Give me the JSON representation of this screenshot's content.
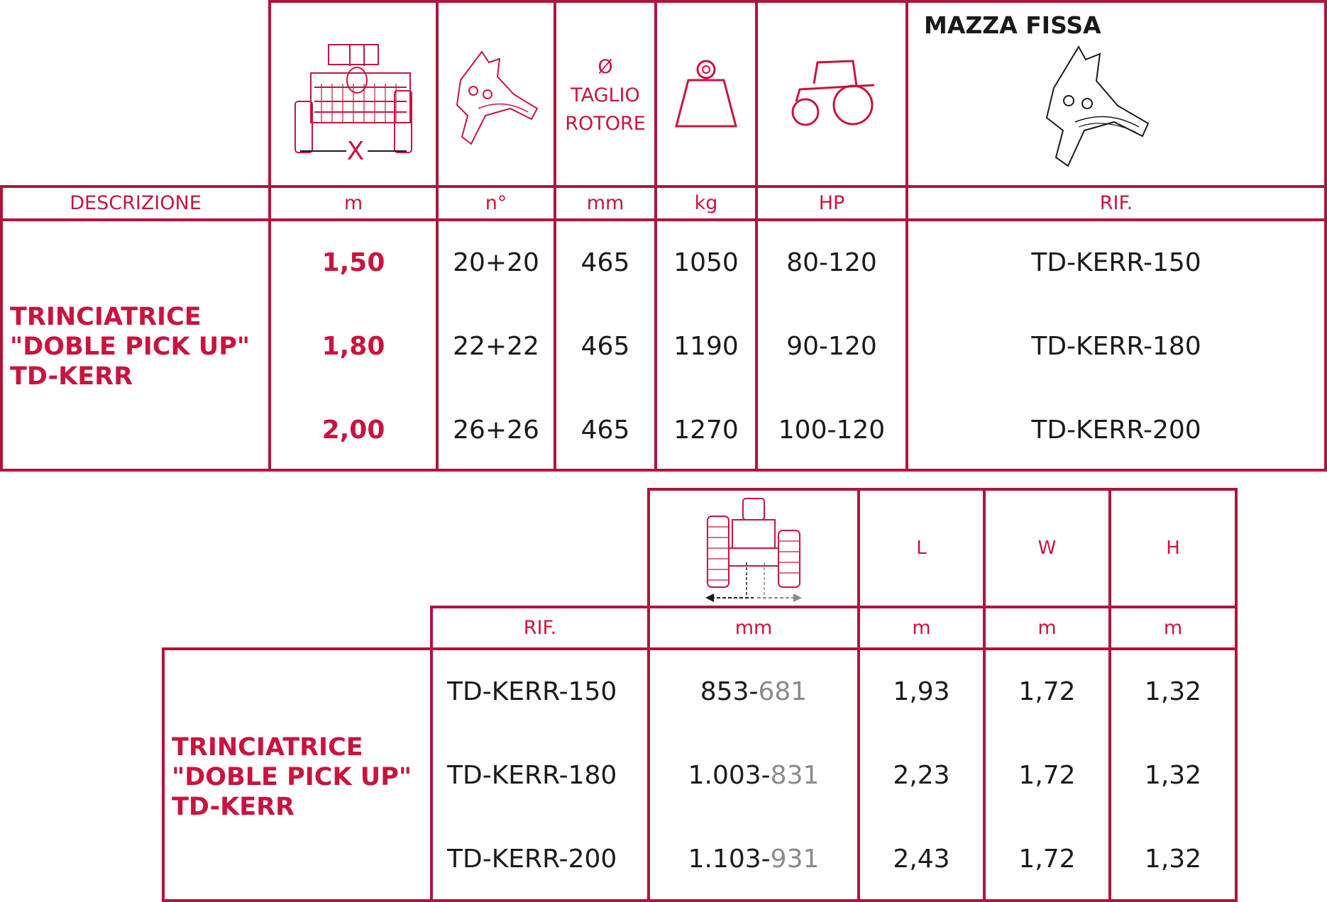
{
  "top_table": {
    "icons": {
      "width_icon": "machine-width-icon",
      "blade_icon": "blade-count-icon",
      "rotor_label_lines": [
        "Ø",
        "TAGLIO",
        "ROTORE"
      ],
      "weight_icon": "weight-icon",
      "tractor_icon": "tractor-hp-icon"
    },
    "mazza_title": "MAZZA FISSA",
    "units": {
      "descrizione": "DESCRIZIONE",
      "m": "m",
      "n": "n°",
      "mm": "mm",
      "kg": "kg",
      "hp": "HP",
      "rif": "RIF."
    },
    "description_lines": [
      "TRINCIATRICE",
      "\"DOBLE PICK UP\"",
      "TD-KERR"
    ],
    "rows": [
      {
        "width": "1,50",
        "blades": "20+20",
        "rotor": "465",
        "weight": "1050",
        "hp": "80-120",
        "ref": "TD-KERR-150"
      },
      {
        "width": "1,80",
        "blades": "22+22",
        "rotor": "465",
        "weight": "1190",
        "hp": "90-120",
        "ref": "TD-KERR-180"
      },
      {
        "width": "2,00",
        "blades": "26+26",
        "rotor": "465",
        "weight": "1270",
        "hp": "100-120",
        "ref": "TD-KERR-200"
      }
    ]
  },
  "bottom_table": {
    "headers": {
      "l": "L",
      "w": "W",
      "h": "H"
    },
    "units": {
      "rif": "RIF.",
      "mm": "mm",
      "l": "m",
      "w": "m",
      "h": "m"
    },
    "description_lines": [
      "TRINCIATRICE",
      "\"DOBLE PICK UP\"",
      "TD-KERR"
    ],
    "rows": [
      {
        "ref": "TD-KERR-150",
        "offset_a": "853-",
        "offset_b": "681",
        "l": "1,93",
        "w": "1,72",
        "h": "1,32"
      },
      {
        "ref": "TD-KERR-180",
        "offset_a": "1.003-",
        "offset_b": "831",
        "l": "2,23",
        "w": "1,72",
        "h": "1,32"
      },
      {
        "ref": "TD-KERR-200",
        "offset_a": "1.103-",
        "offset_b": "931",
        "l": "2,43",
        "w": "1,72",
        "h": "1,32"
      }
    ]
  },
  "colors": {
    "accent": "#c8143f",
    "text": "#1a1a1a",
    "muted": "#8a8a8a"
  }
}
